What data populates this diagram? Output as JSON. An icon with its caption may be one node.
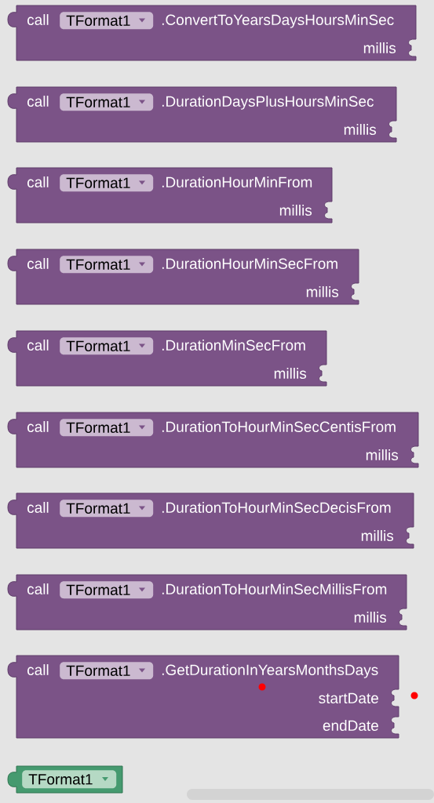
{
  "diagram": {
    "nodes": [
      {
        "text": [
          "call",
          ".ConvertToYearsDaysHoursMinSec",
          "millis"
        ]
      },
      {
        "text": [
          "TFormat1"
        ],
        "in": 0
      },
      {
        "text": [
          "call",
          ".DurationDaysPlusHoursMinSec",
          "millis"
        ]
      },
      {
        "text": [
          "TFormat1"
        ],
        "in": 2
      },
      {
        "text": [
          "call",
          ".DurationHourMinFrom",
          "millis"
        ]
      },
      {
        "text": [
          "TFormat1"
        ],
        "in": 4
      },
      {
        "text": [
          "call",
          ".DurationHourMinSecFrom",
          "millis"
        ]
      },
      {
        "text": [
          "TFormat1"
        ],
        "in": 6
      },
      {
        "text": [
          "call",
          ".DurationMinSecFrom",
          "millis"
        ]
      },
      {
        "text": [
          "TFormat1"
        ],
        "in": 8
      },
      {
        "text": [
          "call",
          ".DurationToHourMinSecCentisFrom",
          "millis"
        ]
      },
      {
        "text": [
          "TFormat1"
        ],
        "in": 10
      },
      {
        "text": [
          "call",
          ".DurationToHourMinSecDecisFrom",
          "millis"
        ]
      },
      {
        "text": [
          "TFormat1"
        ],
        "in": 12
      },
      {
        "text": [
          "call",
          ".DurationToHourMinSecMillisFrom",
          "millis"
        ]
      },
      {
        "text": [
          "TFormat1"
        ],
        "in": 14
      },
      {
        "text": [
          "call",
          ".GetDurationInYearsMonthsDays",
          "startDate",
          "endDate"
        ]
      },
      {
        "text": [
          "TFormat1"
        ],
        "in": 16
      },
      {
        "text": [],
        "shape": "box"
      },
      {
        "text": [
          "TFormat1"
        ],
        "in": 18
      }
    ]
  }
}
